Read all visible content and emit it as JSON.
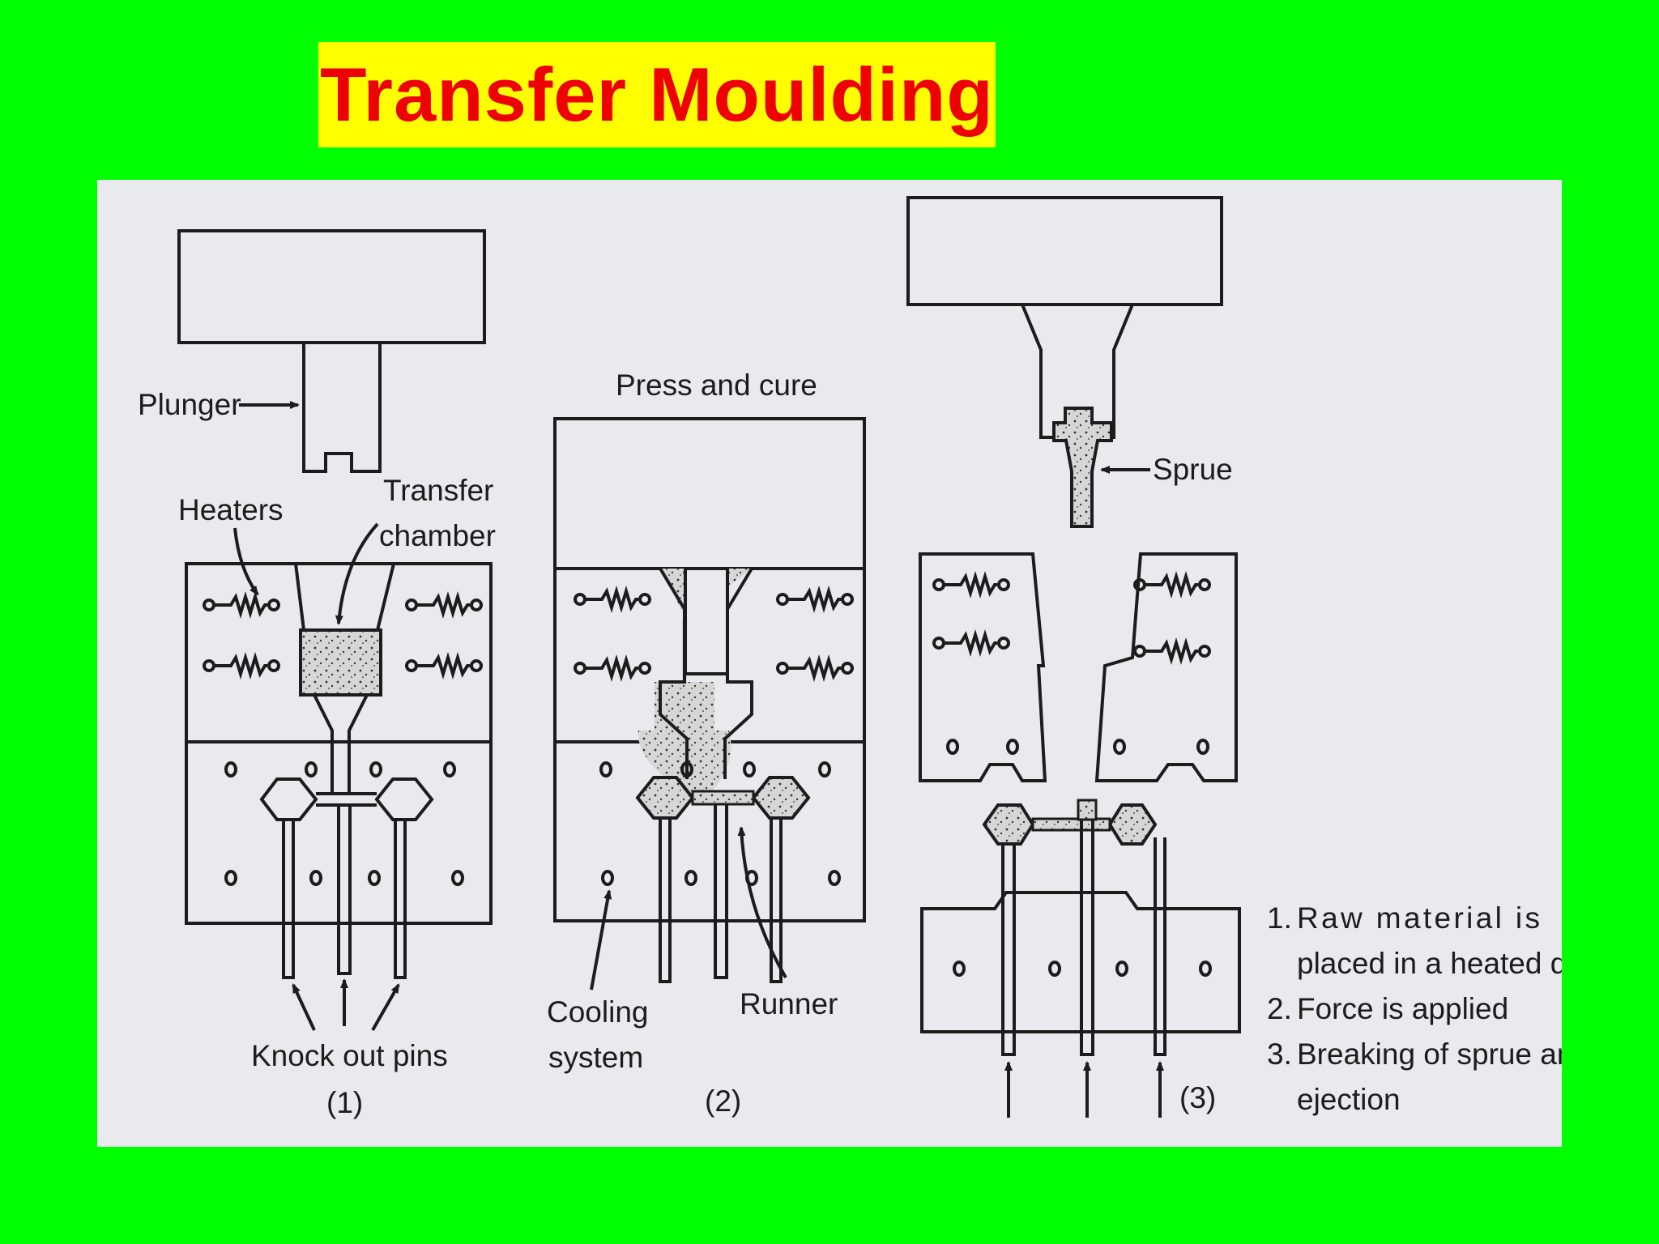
{
  "colors": {
    "background": "#00ff00",
    "title_bg": "#ffff00",
    "title_text": "#ee0000",
    "panel": "#e9e9ee",
    "ink": "#1c1c1c",
    "material_fill": "#cfcfcf"
  },
  "title": "Transfer Moulding",
  "diagram": {
    "labels": {
      "plunger": "Plunger",
      "heaters": "Heaters",
      "transfer": "Transfer",
      "chamber": "chamber",
      "press_and_cure": "Press and cure",
      "sprue": "Sprue",
      "knock_out_pins": "Knock out pins",
      "cooling": "Cooling",
      "system": "system",
      "runner": "Runner"
    },
    "stages": [
      "(1)",
      "(2)",
      "(3)"
    ],
    "steps": [
      {
        "number": "1.",
        "line1": "Raw material is",
        "line2": "placed in a heated die"
      },
      {
        "number": "2.",
        "line1": "Force is applied",
        "line2": ""
      },
      {
        "number": "3.",
        "line1": "Breaking of sprue and",
        "line2": "ejection"
      }
    ]
  }
}
